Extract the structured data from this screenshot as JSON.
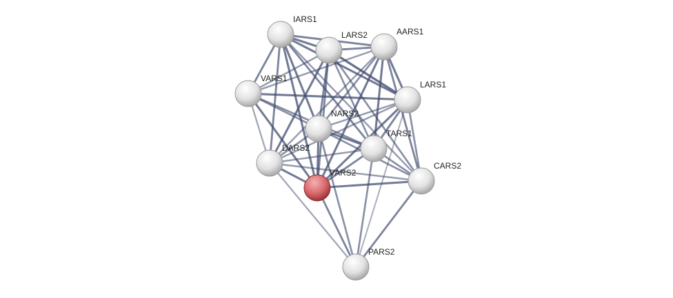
{
  "network": {
    "query_node": "VARS2",
    "colors": {
      "edge": "#3f4a6e",
      "node": "#e6e6e6",
      "query_node": "#d9686c"
    },
    "nodes": [
      "IARS1",
      "LARS2",
      "AARS1",
      "VARS1",
      "LARS1",
      "NARS2",
      "TARS1",
      "DARS2",
      "VARS2",
      "CARS2",
      "PARS2"
    ],
    "edges": [
      [
        "IARS1",
        "LARS2",
        0.8
      ],
      [
        "IARS1",
        "AARS1",
        0.7
      ],
      [
        "IARS1",
        "VARS1",
        0.7
      ],
      [
        "IARS1",
        "LARS1",
        0.8
      ],
      [
        "IARS1",
        "NARS2",
        0.8
      ],
      [
        "IARS1",
        "TARS1",
        0.7
      ],
      [
        "IARS1",
        "DARS2",
        0.7
      ],
      [
        "IARS1",
        "VARS2",
        0.8
      ],
      [
        "IARS1",
        "CARS2",
        0.5
      ],
      [
        "LARS2",
        "AARS1",
        0.7
      ],
      [
        "LARS2",
        "VARS1",
        0.5
      ],
      [
        "LARS2",
        "LARS1",
        0.9
      ],
      [
        "LARS2",
        "NARS2",
        0.7
      ],
      [
        "LARS2",
        "TARS1",
        0.6
      ],
      [
        "LARS2",
        "DARS2",
        0.8
      ],
      [
        "LARS2",
        "VARS2",
        0.7
      ],
      [
        "LARS2",
        "CARS2",
        0.6
      ],
      [
        "AARS1",
        "VARS1",
        0.5
      ],
      [
        "AARS1",
        "LARS1",
        0.8
      ],
      [
        "AARS1",
        "NARS2",
        0.6
      ],
      [
        "AARS1",
        "TARS1",
        0.8
      ],
      [
        "AARS1",
        "DARS2",
        0.5
      ],
      [
        "AARS1",
        "VARS2",
        0.8
      ],
      [
        "AARS1",
        "CARS2",
        0.7
      ],
      [
        "VARS1",
        "LARS1",
        0.8
      ],
      [
        "VARS1",
        "NARS2",
        0.6
      ],
      [
        "VARS1",
        "TARS1",
        0.6
      ],
      [
        "VARS1",
        "DARS2",
        0.4
      ],
      [
        "VARS1",
        "VARS2",
        0.8
      ],
      [
        "LARS1",
        "NARS2",
        0.5
      ],
      [
        "LARS1",
        "TARS1",
        0.7
      ],
      [
        "LARS1",
        "DARS2",
        0.5
      ],
      [
        "LARS1",
        "VARS2",
        0.8
      ],
      [
        "LARS1",
        "CARS2",
        0.6
      ],
      [
        "LARS1",
        "PARS2",
        0.3
      ],
      [
        "NARS2",
        "TARS1",
        0.8
      ],
      [
        "NARS2",
        "DARS2",
        0.6
      ],
      [
        "NARS2",
        "VARS2",
        0.8
      ],
      [
        "NARS2",
        "CARS2",
        0.6
      ],
      [
        "NARS2",
        "PARS2",
        0.6
      ],
      [
        "TARS1",
        "DARS2",
        0.5
      ],
      [
        "TARS1",
        "VARS2",
        0.7
      ],
      [
        "TARS1",
        "CARS2",
        0.6
      ],
      [
        "TARS1",
        "PARS2",
        0.6
      ],
      [
        "DARS2",
        "VARS2",
        0.8
      ],
      [
        "DARS2",
        "CARS2",
        0.5
      ],
      [
        "DARS2",
        "PARS2",
        0.4
      ],
      [
        "VARS2",
        "CARS2",
        0.8
      ],
      [
        "VARS2",
        "PARS2",
        0.7
      ],
      [
        "CARS2",
        "PARS2",
        0.7
      ]
    ]
  }
}
